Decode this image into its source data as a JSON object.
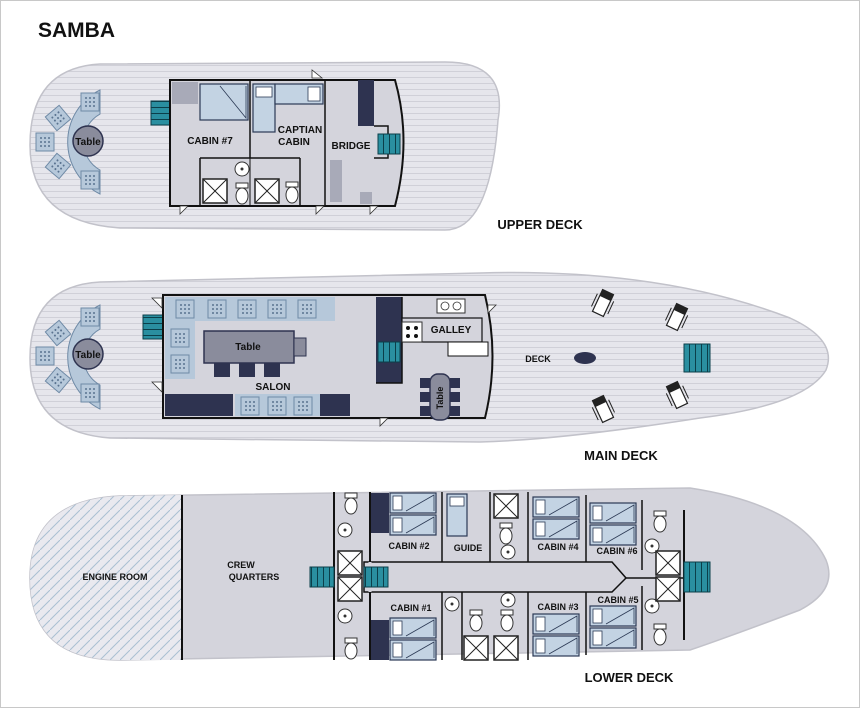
{
  "title": "SAMBA",
  "upper_deck": {
    "name": "UPPER DECK",
    "rooms": {
      "cabin7": "CABIN #7",
      "captain_1": "CAPTIAN",
      "captain_2": "CABIN",
      "bridge": "BRIDGE"
    },
    "table": "Table"
  },
  "main_deck": {
    "name": "MAIN DECK",
    "rooms": {
      "galley": "GALLEY",
      "salon": "SALON",
      "deck": "DECK"
    },
    "table_bow": "Table",
    "table_salon": "Table",
    "table_galley": "Table"
  },
  "lower_deck": {
    "name": "LOWER DECK",
    "rooms": {
      "engine": "ENGINE ROOM",
      "crew_1": "CREW",
      "crew_2": "QUARTERS",
      "cabin2": "CABIN #2",
      "guide": "GUIDE",
      "cabin4": "CABIN #4",
      "cabin6": "CABIN #6",
      "cabin1": "CABIN #1",
      "cabin3": "CABIN #3",
      "cabin5": "CABIN #5"
    }
  },
  "colors": {
    "hull": "#e6e6ec",
    "cabin_fill": "#d4d4dc",
    "dark": "#2e3350",
    "panel": "#a8aab8",
    "stairs": "#2a8fa0",
    "seat": "#b6c8da"
  }
}
